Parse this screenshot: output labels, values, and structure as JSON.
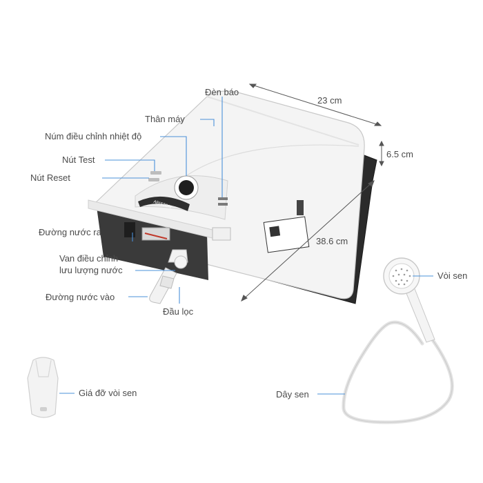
{
  "labels": {
    "indicator": "Đèn báo",
    "body": "Thân máy",
    "temp_knob": "Núm điều chỉnh nhiệt độ",
    "test_button": "Nút Test",
    "reset_button": "Nút Reset",
    "water_outlet": "Đường nước ra",
    "flow_valve_line1": "Van điều chỉnh",
    "flow_valve_line2": "lưu lượng nước",
    "water_inlet": "Đường nước vào",
    "filter": "Đầu lọc",
    "shower_head": "Vòi sen",
    "shower_holder": "Giá đỡ vòi sen",
    "shower_hose": "Dây sen"
  },
  "dimensions": {
    "width": "23 cm",
    "depth": "6.5 cm",
    "height": "38.6 cm"
  },
  "brand": "ARISTON",
  "colors": {
    "leader_line": "#4a90d9",
    "dimension_line": "#555555",
    "body_white": "#f4f4f4",
    "body_dark": "#2b2b2b"
  }
}
